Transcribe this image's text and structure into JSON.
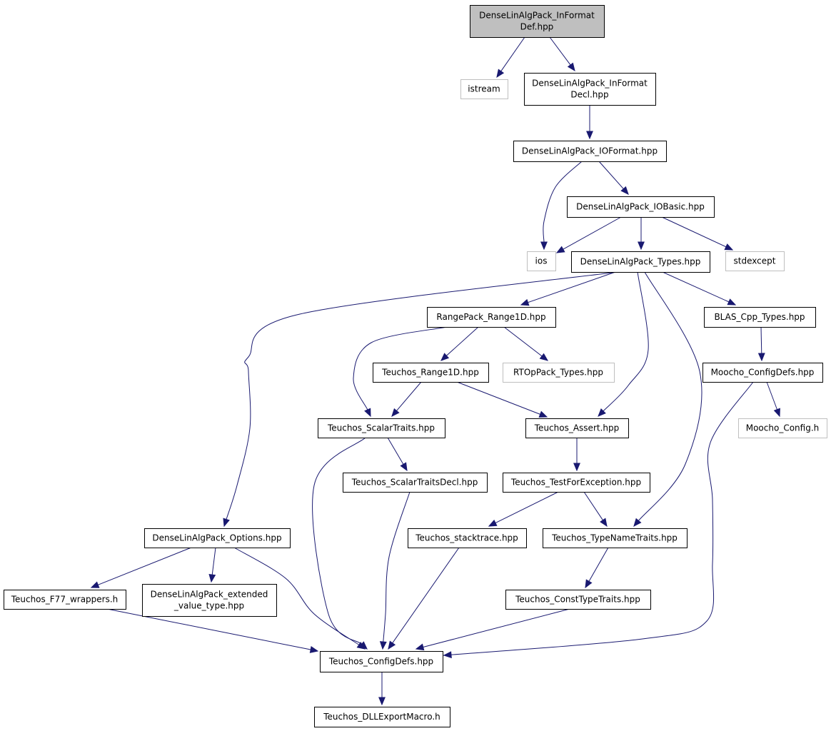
{
  "colors": {
    "edge": "#191970",
    "root_fill": "#bfbfbf",
    "node_border": "#000000",
    "external_border": "#bfbfbf",
    "background": "#ffffff"
  },
  "nodes": {
    "inf_def": {
      "lines": [
        "DenseLinAlgPack_InFormat",
        "Def.hpp"
      ],
      "kind": "root"
    },
    "istream": {
      "lines": [
        "istream"
      ],
      "kind": "ext"
    },
    "inf_decl": {
      "lines": [
        "DenseLinAlgPack_InFormat",
        "Decl.hpp"
      ],
      "kind": "doc"
    },
    "ioformat": {
      "lines": [
        "DenseLinAlgPack_IOFormat.hpp"
      ],
      "kind": "doc"
    },
    "iobasic": {
      "lines": [
        "DenseLinAlgPack_IOBasic.hpp"
      ],
      "kind": "doc"
    },
    "ios": {
      "lines": [
        "ios"
      ],
      "kind": "ext"
    },
    "types": {
      "lines": [
        "DenseLinAlgPack_Types.hpp"
      ],
      "kind": "doc"
    },
    "stdexcept": {
      "lines": [
        "stdexcept"
      ],
      "kind": "ext"
    },
    "range1d": {
      "lines": [
        "RangePack_Range1D.hpp"
      ],
      "kind": "doc"
    },
    "blas": {
      "lines": [
        "BLAS_Cpp_Types.hpp"
      ],
      "kind": "doc"
    },
    "teu_range1d": {
      "lines": [
        "Teuchos_Range1D.hpp"
      ],
      "kind": "doc"
    },
    "rtop": {
      "lines": [
        "RTOpPack_Types.hpp"
      ],
      "kind": "ext"
    },
    "moocho_cfg": {
      "lines": [
        "Moocho_ConfigDefs.hpp"
      ],
      "kind": "doc"
    },
    "scalar": {
      "lines": [
        "Teuchos_ScalarTraits.hpp"
      ],
      "kind": "doc"
    },
    "assert": {
      "lines": [
        "Teuchos_Assert.hpp"
      ],
      "kind": "doc"
    },
    "moocho_h": {
      "lines": [
        "Moocho_Config.h"
      ],
      "kind": "ext"
    },
    "scalar_decl": {
      "lines": [
        "Teuchos_ScalarTraitsDecl.hpp"
      ],
      "kind": "doc"
    },
    "testfor": {
      "lines": [
        "Teuchos_TestForException.hpp"
      ],
      "kind": "doc"
    },
    "options": {
      "lines": [
        "DenseLinAlgPack_Options.hpp"
      ],
      "kind": "doc"
    },
    "stacktrace": {
      "lines": [
        "Teuchos_stacktrace.hpp"
      ],
      "kind": "doc"
    },
    "typename": {
      "lines": [
        "Teuchos_TypeNameTraits.hpp"
      ],
      "kind": "doc"
    },
    "f77": {
      "lines": [
        "Teuchos_F77_wrappers.h"
      ],
      "kind": "doc"
    },
    "extended": {
      "lines": [
        "DenseLinAlgPack_extended",
        "_value_type.hpp"
      ],
      "kind": "doc"
    },
    "consttype": {
      "lines": [
        "Teuchos_ConstTypeTraits.hpp"
      ],
      "kind": "doc"
    },
    "configdefs": {
      "lines": [
        "Teuchos_ConfigDefs.hpp"
      ],
      "kind": "doc"
    },
    "dllexport": {
      "lines": [
        "Teuchos_DLLExportMacro.h"
      ],
      "kind": "doc"
    }
  },
  "edges": [
    [
      "inf_def",
      "istream"
    ],
    [
      "inf_def",
      "inf_decl"
    ],
    [
      "inf_decl",
      "ioformat"
    ],
    [
      "ioformat",
      "ios"
    ],
    [
      "ioformat",
      "iobasic"
    ],
    [
      "iobasic",
      "ios"
    ],
    [
      "iobasic",
      "types"
    ],
    [
      "iobasic",
      "stdexcept"
    ],
    [
      "types",
      "options"
    ],
    [
      "types",
      "range1d"
    ],
    [
      "types",
      "assert"
    ],
    [
      "types",
      "typename"
    ],
    [
      "types",
      "blas"
    ],
    [
      "range1d",
      "scalar"
    ],
    [
      "range1d",
      "teu_range1d"
    ],
    [
      "range1d",
      "rtop"
    ],
    [
      "teu_range1d",
      "scalar"
    ],
    [
      "teu_range1d",
      "assert"
    ],
    [
      "blas",
      "moocho_cfg"
    ],
    [
      "moocho_cfg",
      "moocho_h"
    ],
    [
      "moocho_cfg",
      "configdefs"
    ],
    [
      "scalar",
      "scalar_decl"
    ],
    [
      "scalar",
      "configdefs"
    ],
    [
      "scalar_decl",
      "configdefs"
    ],
    [
      "assert",
      "testfor"
    ],
    [
      "testfor",
      "stacktrace"
    ],
    [
      "testfor",
      "typename"
    ],
    [
      "options",
      "f77"
    ],
    [
      "options",
      "extended"
    ],
    [
      "options",
      "configdefs"
    ],
    [
      "stacktrace",
      "configdefs"
    ],
    [
      "typename",
      "consttype"
    ],
    [
      "consttype",
      "configdefs"
    ],
    [
      "f77",
      "configdefs"
    ],
    [
      "configdefs",
      "dllexport"
    ]
  ]
}
